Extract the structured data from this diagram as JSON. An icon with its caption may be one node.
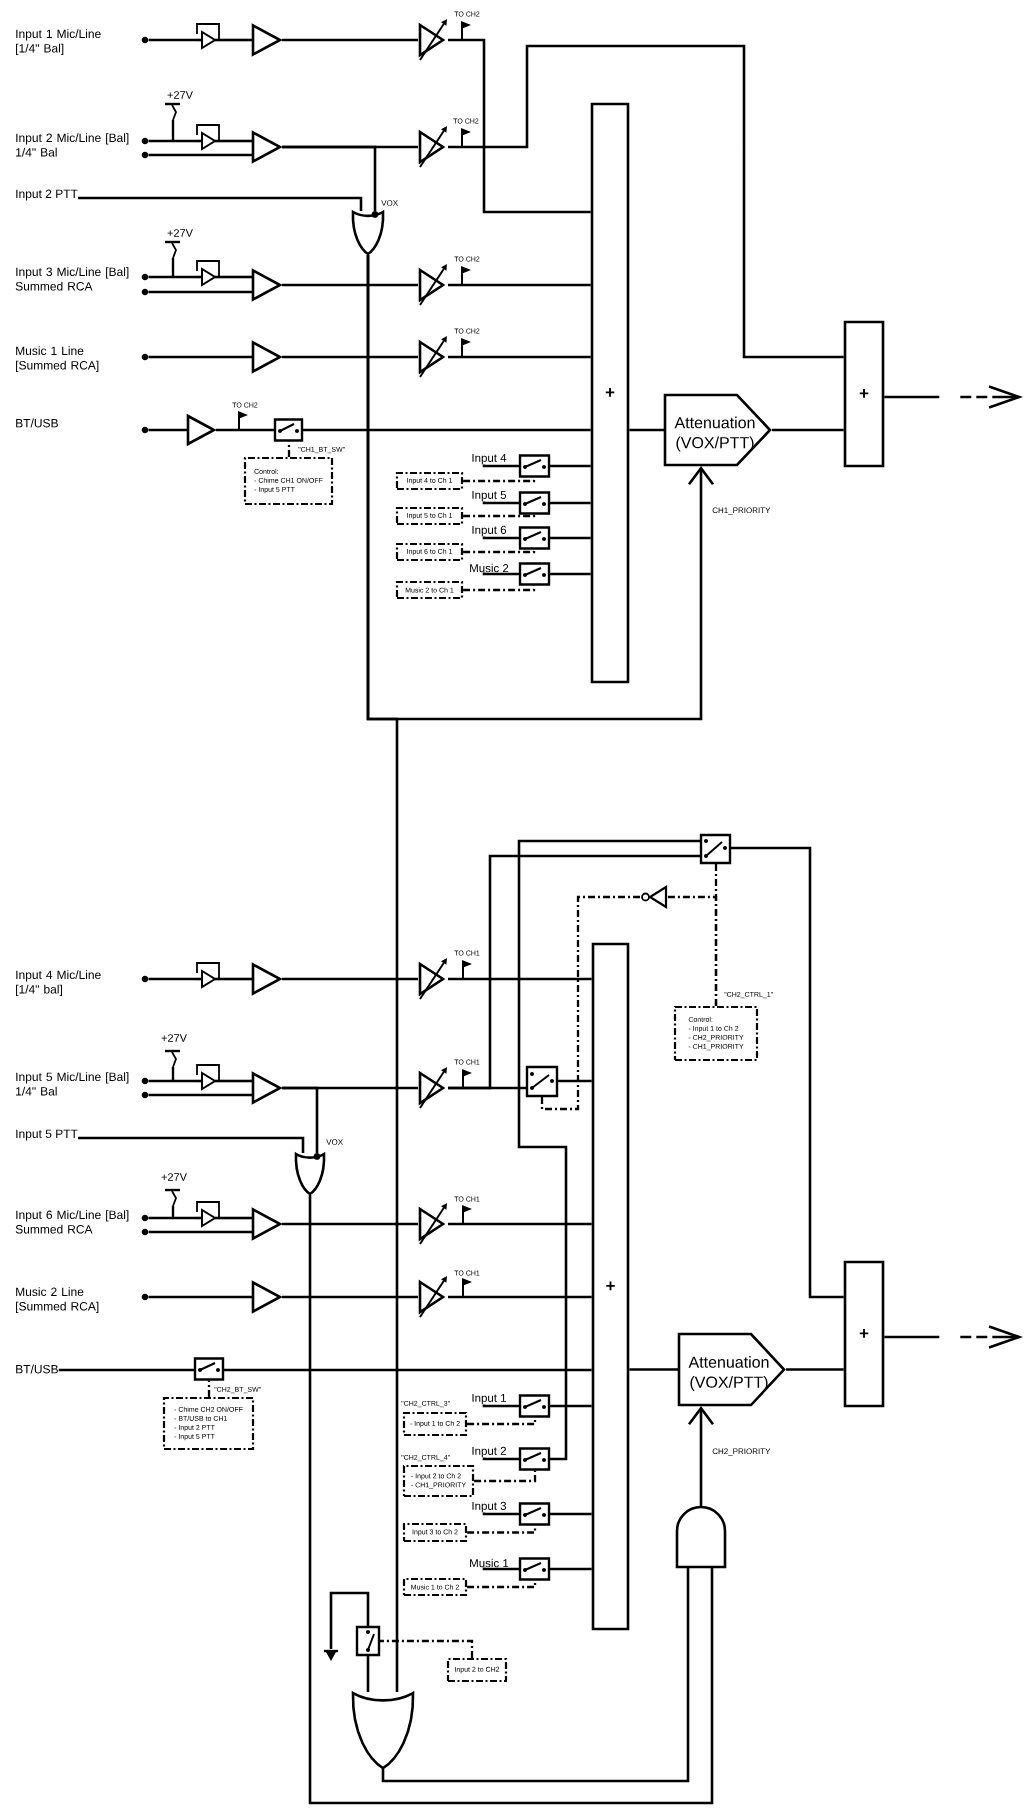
{
  "diagram": {
    "nodes": [
      {
        "text": [],
        "shape": "circle",
        "beside": [
          "Input 1 Mic/Line [1/4\" Bal]"
        ]
      },
      {
        "text": [],
        "shape": "triangle"
      },
      {
        "text": [],
        "shape": "triangle"
      },
      {
        "text": [],
        "shape": "triangle"
      },
      {
        "text": [],
        "shape": "circle",
        "beside": [
          "Input 2 Mic/Line [Bal] 1/4\" Bal"
        ]
      },
      {
        "text": [],
        "shape": "circle"
      },
      {
        "text": [],
        "shape": "triangle"
      },
      {
        "text": [],
        "shape": "triangle"
      },
      {
        "text": [],
        "shape": "triangle"
      },
      {
        "text": [
          "Input 2 PTT"
        ]
      },
      {
        "text": [],
        "shape": "gate"
      },
      {
        "text": [],
        "shape": "circle",
        "beside": [
          "Input 3 Mic/Line [Bal] Summed RCA"
        ]
      },
      {
        "text": [],
        "shape": "circle"
      },
      {
        "text": [],
        "shape": "triangle"
      },
      {
        "text": [],
        "shape": "triangle"
      },
      {
        "text": [],
        "shape": "triangle"
      },
      {
        "text": [],
        "shape": "circle",
        "beside": [
          "Music 1 Line [Summed RCA]"
        ]
      },
      {
        "text": [],
        "shape": "triangle"
      },
      {
        "text": [],
        "shape": "triangle"
      },
      {
        "text": [],
        "shape": "circle"
      },
      {
        "text": [],
        "shape": "triangle"
      },
      {
        "text": [],
        "shape": "switch"
      },
      {
        "text": [
          "\"CH1_BT_SW\"",
          "Control:",
          "- Chime CH1 ON/OFF",
          "- Input 5 PTT"
        ]
      },
      {
        "text": [
          "+"
        ]
      },
      {
        "text": [],
        "shape": "switch"
      },
      {
        "text": [
          "Input 4 to Ch 1"
        ]
      },
      {
        "text": [],
        "shape": "switch"
      },
      {
        "text": [
          "Input 5 to Ch 1"
        ]
      },
      {
        "text": [],
        "shape": "switch"
      },
      {
        "text": [
          "Input 6 to Ch 1"
        ]
      },
      {
        "text": [],
        "shape": "switch"
      },
      {
        "text": [
          "Music 2 to Ch 1"
        ]
      },
      {
        "text": [
          "Attenuation (VOX/PTT)"
        ]
      },
      {
        "text": [
          "+"
        ]
      },
      {
        "text": [],
        "shape": "switch"
      },
      {
        "text": [],
        "shape": "triangle"
      },
      {
        "text": [],
        "shape": "circle",
        "beside": [
          "Input 4 Mic/Line [1/4\" bal]"
        ]
      },
      {
        "text": [],
        "shape": "triangle"
      },
      {
        "text": [],
        "shape": "triangle"
      },
      {
        "text": [],
        "shape": "triangle"
      },
      {
        "text": [
          "+"
        ]
      },
      {
        "text": [
          "\"CH2_CTRL_1\"",
          "Control:",
          "- Input 1 to Ch 2",
          "- CH2_PRIORITY",
          "- CH1_PRIORITY"
        ]
      },
      {
        "text": [],
        "shape": "circle",
        "beside": [
          "Input 5 Mic/Line [Bal] 1/4\" Bal"
        ]
      },
      {
        "text": [],
        "shape": "circle"
      },
      {
        "text": [],
        "shape": "triangle"
      },
      {
        "text": [],
        "shape": "triangle"
      },
      {
        "text": [],
        "shape": "triangle"
      },
      {
        "text": [],
        "shape": "switch"
      },
      {
        "text": [
          "Input 5 PTT"
        ]
      },
      {
        "text": [],
        "shape": "gate"
      },
      {
        "text": [],
        "shape": "circle",
        "beside": [
          "Input 6 Mic/Line [Bal] Summed RCA"
        ]
      },
      {
        "text": [],
        "shape": "circle"
      },
      {
        "text": [],
        "shape": "triangle"
      },
      {
        "text": [],
        "shape": "triangle"
      },
      {
        "text": [],
        "shape": "triangle"
      },
      {
        "text": [
          "+"
        ]
      },
      {
        "text": [],
        "shape": "circle",
        "beside": [
          "Music 2 Line [Summed RCA]"
        ]
      },
      {
        "text": [],
        "shape": "triangle"
      },
      {
        "text": [],
        "shape": "triangle"
      },
      {
        "text": [
          "Attenuation (VOX/PTT)"
        ]
      },
      {
        "text": [
          "BT/USB"
        ]
      },
      {
        "text": [],
        "shape": "switch"
      },
      {
        "text": [
          "\"CH2_BT_SW\"",
          "- Chime CH2 ON/OFF",
          "- BT/USB to CH1",
          "- Input 2 PTT",
          "- Input 5 PTT"
        ]
      },
      {
        "text": [],
        "shape": "switch"
      },
      {
        "text": [
          "\"CH2_CTRL_3\"",
          "- Input 1 to Ch 2"
        ]
      },
      {
        "text": [],
        "shape": "switch"
      },
      {
        "text": [
          "\"CH2_CTRL_4\"",
          "- Input 2 to Ch 2",
          "- CH1_PRIORITY"
        ]
      },
      {
        "text": [],
        "shape": "switch"
      },
      {
        "text": [
          "Input 3 to Ch 2"
        ]
      },
      {
        "text": [],
        "shape": "switch"
      },
      {
        "text": [
          "Music 1 to Ch 2"
        ]
      },
      {
        "text": [],
        "shape": "gate"
      },
      {
        "text": [],
        "shape": "ground"
      },
      {
        "text": [],
        "shape": "switch"
      },
      {
        "text": [
          "Input 2 to CH2"
        ]
      },
      {
        "text": [],
        "shape": "gate"
      },
      {
        "text": [
          "Input 4"
        ]
      },
      {
        "text": [
          "Input 5"
        ]
      },
      {
        "text": [
          "Input 6"
        ]
      },
      {
        "text": [
          "Music 2"
        ]
      },
      {
        "text": [
          "Input 1"
        ]
      },
      {
        "text": [
          "Input 2"
        ]
      },
      {
        "text": [
          "Input 3"
        ]
      },
      {
        "text": [
          "Music 1"
        ]
      }
    ],
    "edges": [
      {
        "from": 0,
        "to": 1,
        "arrow": "none"
      },
      {
        "from": 1,
        "to": 2,
        "arrow": "none"
      },
      {
        "from": 2,
        "to": 3,
        "arrow": "none"
      },
      {
        "from": 3,
        "to": 23,
        "arrow": "none"
      },
      {
        "from": 4,
        "to": 6,
        "arrow": "none"
      },
      {
        "from": 6,
        "to": 7,
        "arrow": "none"
      },
      {
        "from": 5,
        "to": 7,
        "arrow": "none"
      },
      {
        "from": 7,
        "to": 8,
        "arrow": "none"
      },
      {
        "from": 8,
        "to": 33,
        "arrow": "none"
      },
      {
        "from": 7,
        "to": 10,
        "arrow": "none",
        "label": "VOX"
      },
      {
        "from": 9,
        "to": 10,
        "arrow": "none"
      },
      {
        "from": 11,
        "to": 13,
        "arrow": "none"
      },
      {
        "from": 13,
        "to": 14,
        "arrow": "none"
      },
      {
        "from": 12,
        "to": 14,
        "arrow": "none"
      },
      {
        "from": 14,
        "to": 15,
        "arrow": "none"
      },
      {
        "from": 15,
        "to": 23,
        "arrow": "none"
      },
      {
        "from": 16,
        "to": 17,
        "arrow": "none"
      },
      {
        "from": 17,
        "to": 18,
        "arrow": "none"
      },
      {
        "from": 18,
        "to": 23,
        "arrow": "none"
      },
      {
        "from": 19,
        "to": 20,
        "arrow": "none"
      },
      {
        "from": 20,
        "to": 21,
        "arrow": "none"
      },
      {
        "from": 21,
        "to": 23,
        "arrow": "none"
      },
      {
        "from": 22,
        "to": 21,
        "arrow": "none",
        "style": "dashed"
      },
      {
        "from": 76,
        "to": 24,
        "arrow": "none"
      },
      {
        "from": 24,
        "to": 23,
        "arrow": "none"
      },
      {
        "from": 25,
        "to": 24,
        "arrow": "none",
        "style": "dashed"
      },
      {
        "from": 77,
        "to": 26,
        "arrow": "none"
      },
      {
        "from": 26,
        "to": 23,
        "arrow": "none"
      },
      {
        "from": 27,
        "to": 26,
        "arrow": "none",
        "style": "dashed"
      },
      {
        "from": 78,
        "to": 28,
        "arrow": "none"
      },
      {
        "from": 28,
        "to": 23,
        "arrow": "none"
      },
      {
        "from": 29,
        "to": 28,
        "arrow": "none",
        "style": "dashed"
      },
      {
        "from": 79,
        "to": 30,
        "arrow": "none"
      },
      {
        "from": 30,
        "to": 23,
        "arrow": "none"
      },
      {
        "from": 31,
        "to": 30,
        "arrow": "none",
        "style": "dashed"
      },
      {
        "from": 23,
        "to": 32,
        "arrow": "none"
      },
      {
        "from": 32,
        "to": 33,
        "arrow": "none"
      },
      {
        "from": 33,
        "to": null,
        "arrow": "to",
        "style": "dashed"
      },
      {
        "from": 10,
        "to": 32,
        "arrow": "to",
        "label": "CH1_PRIORITY"
      },
      {
        "from": 10,
        "to": 75,
        "arrow": "none"
      },
      {
        "from": 36,
        "to": 37,
        "arrow": "none"
      },
      {
        "from": 37,
        "to": 38,
        "arrow": "none"
      },
      {
        "from": 38,
        "to": 39,
        "arrow": "none"
      },
      {
        "from": 39,
        "to": 40,
        "arrow": "none"
      },
      {
        "from": 42,
        "to": 44,
        "arrow": "none"
      },
      {
        "from": 44,
        "to": 45,
        "arrow": "none"
      },
      {
        "from": 43,
        "to": 45,
        "arrow": "none"
      },
      {
        "from": 45,
        "to": 46,
        "arrow": "none"
      },
      {
        "from": 46,
        "to": 47,
        "arrow": "none"
      },
      {
        "from": 46,
        "to": 34,
        "arrow": "none"
      },
      {
        "from": 47,
        "to": 40,
        "arrow": "none"
      },
      {
        "from": 45,
        "to": 49,
        "arrow": "none",
        "label": "VOX"
      },
      {
        "from": 48,
        "to": 49,
        "arrow": "none"
      },
      {
        "from": 50,
        "to": 52,
        "arrow": "none"
      },
      {
        "from": 52,
        "to": 53,
        "arrow": "none"
      },
      {
        "from": 51,
        "to": 53,
        "arrow": "none"
      },
      {
        "from": 53,
        "to": 54,
        "arrow": "none"
      },
      {
        "from": 54,
        "to": 40,
        "arrow": "none"
      },
      {
        "from": 56,
        "to": 57,
        "arrow": "none"
      },
      {
        "from": 57,
        "to": 58,
        "arrow": "none"
      },
      {
        "from": 58,
        "to": 40,
        "arrow": "none"
      },
      {
        "from": 60,
        "to": 61,
        "arrow": "none"
      },
      {
        "from": 61,
        "to": 40,
        "arrow": "none"
      },
      {
        "from": 62,
        "to": 61,
        "arrow": "none",
        "style": "dashed"
      },
      {
        "from": 80,
        "to": 63,
        "arrow": "none"
      },
      {
        "from": 63,
        "to": 40,
        "arrow": "none"
      },
      {
        "from": 64,
        "to": 63,
        "arrow": "none",
        "style": "dashed"
      },
      {
        "from": 81,
        "to": 65,
        "arrow": "none"
      },
      {
        "from": 65,
        "to": 34,
        "arrow": "none"
      },
      {
        "from": 66,
        "to": 65,
        "arrow": "none",
        "style": "dashed"
      },
      {
        "from": 82,
        "to": 67,
        "arrow": "none"
      },
      {
        "from": 67,
        "to": 40,
        "arrow": "none"
      },
      {
        "from": 68,
        "to": 67,
        "arrow": "none",
        "style": "dashed"
      },
      {
        "from": 83,
        "to": 69,
        "arrow": "none"
      },
      {
        "from": 69,
        "to": 40,
        "arrow": "none"
      },
      {
        "from": 70,
        "to": 69,
        "arrow": "none",
        "style": "dashed"
      },
      {
        "from": 34,
        "to": 55,
        "arrow": "none"
      },
      {
        "from": 41,
        "to": 34,
        "arrow": "none",
        "style": "dashed"
      },
      {
        "from": 41,
        "to": 35,
        "arrow": "none",
        "style": "dashed"
      },
      {
        "from": 35,
        "to": 47,
        "arrow": "none",
        "style": "dashed"
      },
      {
        "from": 40,
        "to": 59,
        "arrow": "none"
      },
      {
        "from": 59,
        "to": 55,
        "arrow": "none"
      },
      {
        "from": 55,
        "to": null,
        "arrow": "to",
        "style": "dashed"
      },
      {
        "from": 71,
        "to": 59,
        "arrow": "to",
        "label": "CH2_PRIORITY"
      },
      {
        "from": 49,
        "to": 71,
        "arrow": "none"
      },
      {
        "from": 75,
        "to": 71,
        "arrow": "none"
      },
      {
        "from": 73,
        "to": 75,
        "arrow": "none"
      },
      {
        "from": 73,
        "to": 72,
        "arrow": "none"
      },
      {
        "from": 74,
        "to": 73,
        "arrow": "none",
        "style": "dashed"
      }
    ],
    "labels": [
      "TO CH2",
      "+27V",
      "TO CH2",
      "+27V",
      "TO CH2",
      "TO CH2",
      "TO CH2",
      "BT/USB",
      "TO CH1",
      "+27V",
      "TO CH1",
      "+27V",
      "TO CH1",
      "TO CH1"
    ]
  }
}
